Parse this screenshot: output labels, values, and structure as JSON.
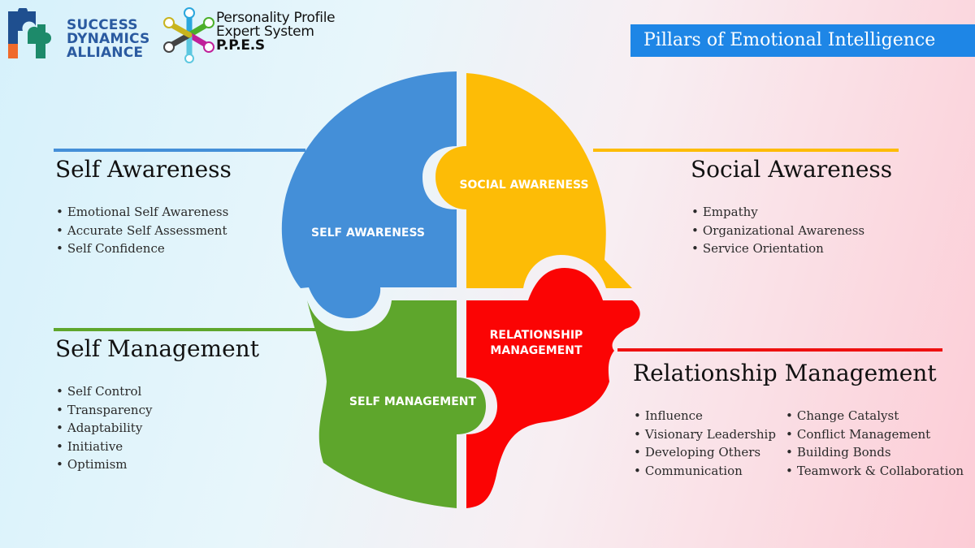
{
  "logos": {
    "sda": {
      "lines": [
        "SUCCESS",
        "DYNAMICS",
        "ALLIANCE"
      ],
      "icon": "puzzle-pieces-icon"
    },
    "ppes": {
      "lines": [
        "Personality Profile",
        "Expert System",
        "P.P.E.S"
      ],
      "icon": "people-network-icon"
    }
  },
  "title": "Pillars of Emotional Intelligence",
  "colors": {
    "self_awareness": "#448fd8",
    "social_awareness": "#fdbc06",
    "self_management": "#5ea62c",
    "relationship_management": "#fb0404",
    "title_bg": "#1e86e6"
  },
  "head": {
    "pieces": {
      "self_awareness": "SELF AWARENESS",
      "social_awareness": "SOCIAL AWARENESS",
      "self_management": "SELF MANAGEMENT",
      "relationship_management": [
        "RELATIONSHIP",
        "MANAGEMENT"
      ]
    }
  },
  "sections": {
    "self_awareness": {
      "heading": "Self Awareness",
      "items": [
        "Emotional Self Awareness",
        "Accurate Self Assessment",
        "Self Confidence"
      ]
    },
    "social_awareness": {
      "heading": "Social Awareness",
      "items": [
        "Empathy",
        "Organizational Awareness",
        "Service Orientation"
      ]
    },
    "self_management": {
      "heading": "Self Management",
      "items": [
        "Self Control",
        "Transparency",
        "Adaptability",
        "Initiative",
        "Optimism"
      ]
    },
    "relationship_management": {
      "heading": "Relationship Management",
      "items_col1": [
        "Influence",
        "Visionary Leadership",
        "Developing Others",
        "Communication"
      ],
      "items_col2": [
        "Change Catalyst",
        "Conflict Management",
        "Building Bonds",
        "Teamwork & Collaboration"
      ]
    }
  }
}
